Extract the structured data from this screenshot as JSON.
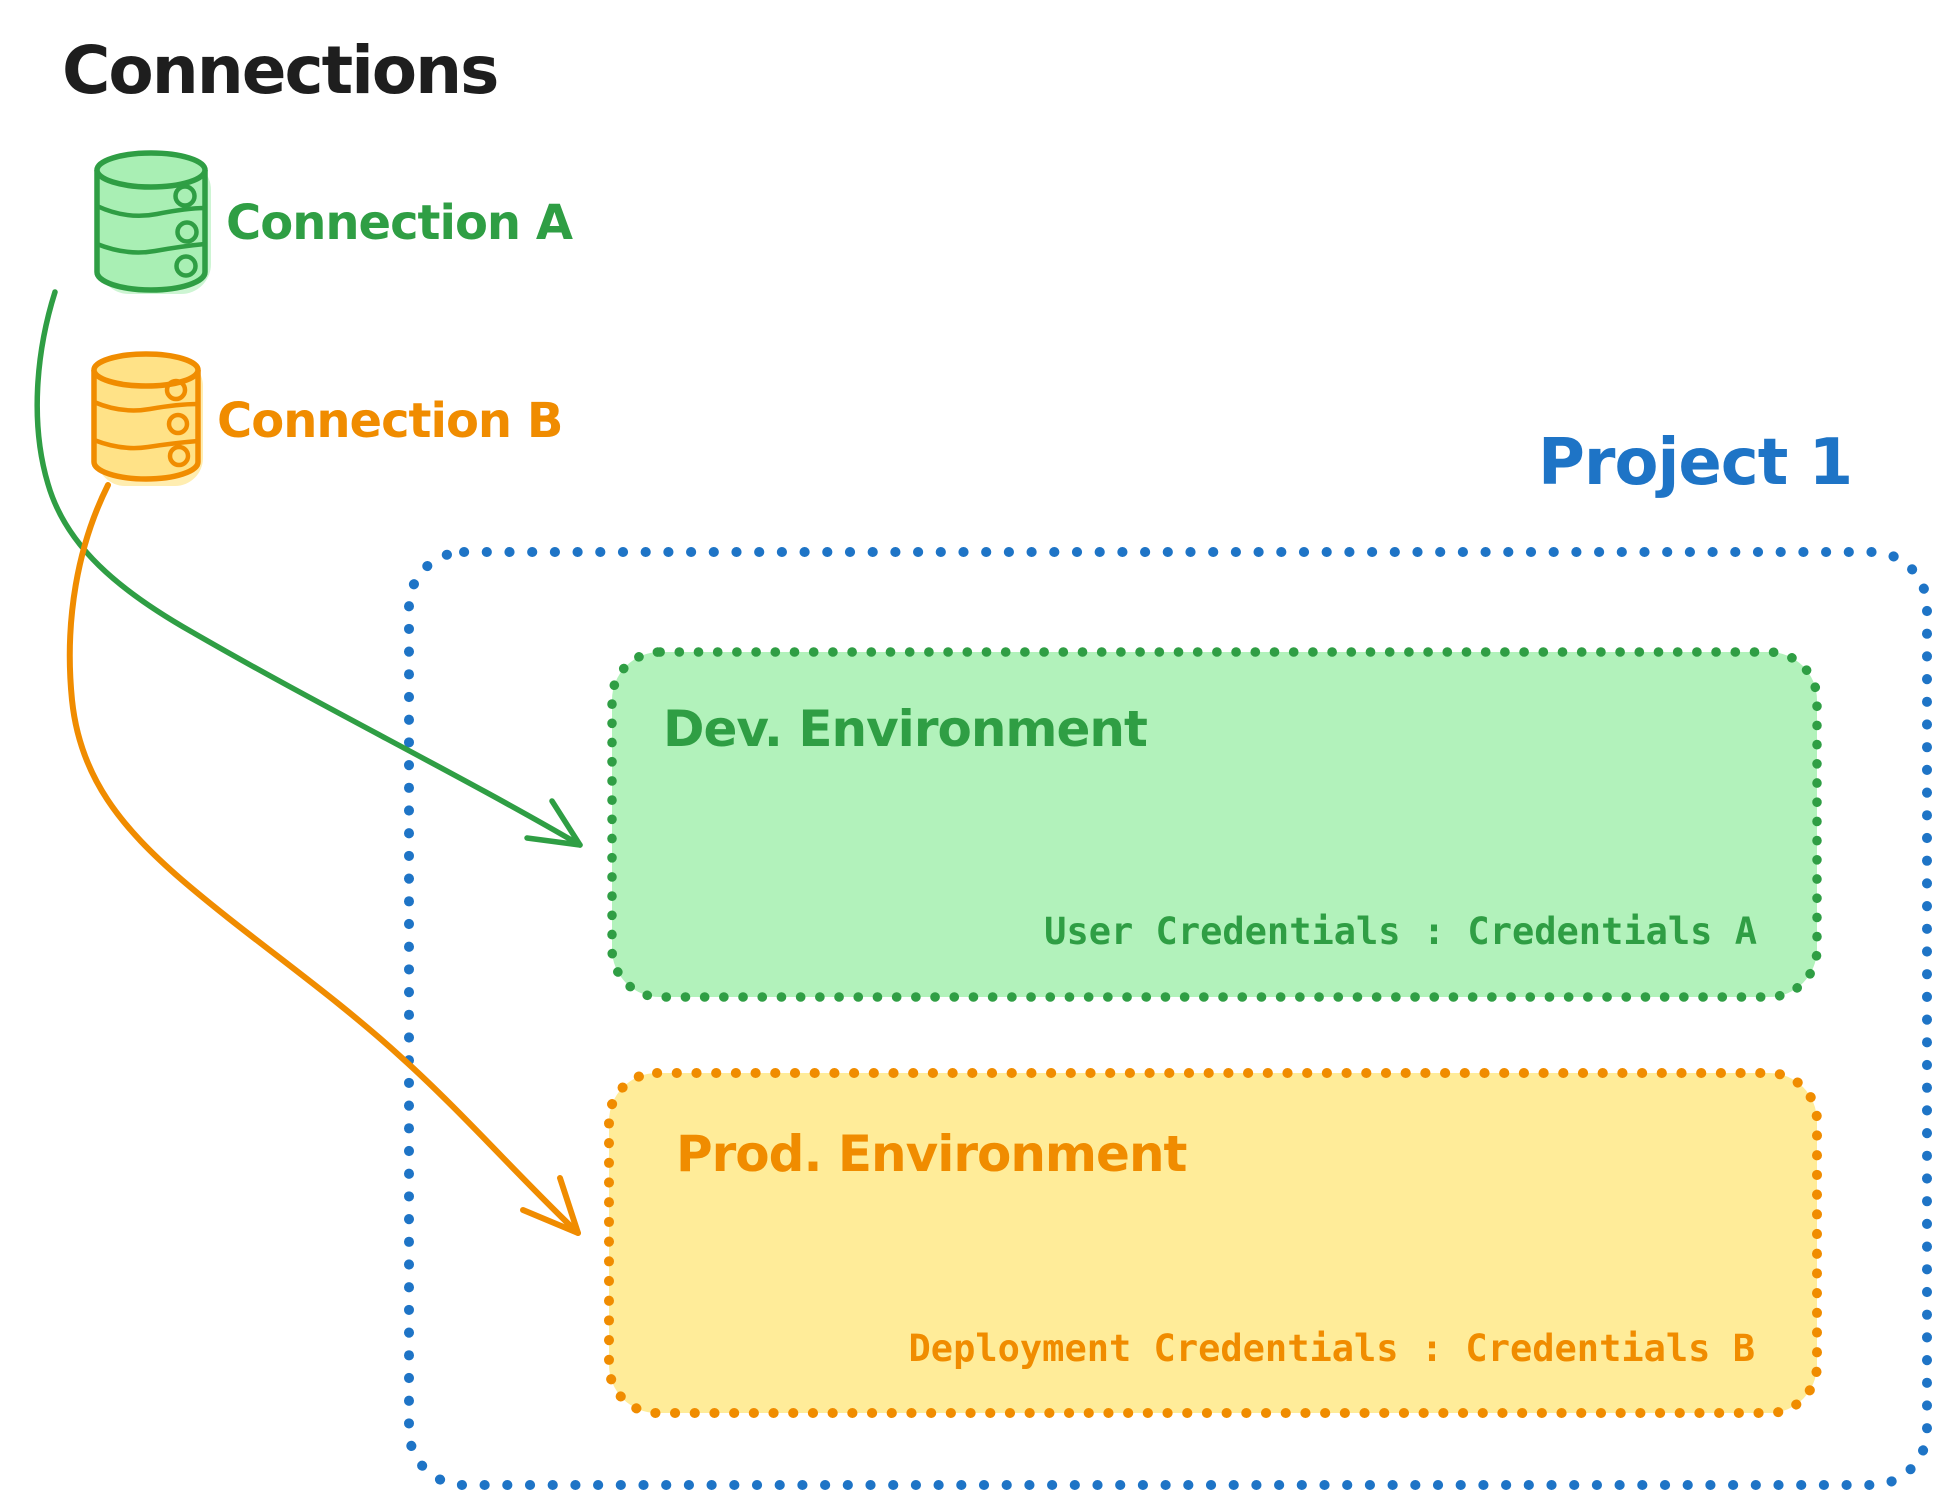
{
  "title": "Connections",
  "connections": [
    {
      "label": "Connection A",
      "icon": "database-icon",
      "color": "#2f9e44",
      "fill": "#a9efb4"
    },
    {
      "label": "Connection B",
      "icon": "database-icon",
      "color": "#f08c00",
      "fill": "#ffe287"
    }
  ],
  "project": {
    "title": "Project 1",
    "color": "#1e74c6",
    "environments": [
      {
        "title": "Dev. Environment",
        "credentials": "User Credentials : Credentials A",
        "stroke": "#2f9e44",
        "fill": "#b2f2bb"
      },
      {
        "title": "Prod. Environment",
        "credentials": "Deployment Credentials : Credentials B",
        "stroke": "#f08c00",
        "fill": "#ffec99"
      }
    ]
  },
  "arrows": [
    {
      "from": "Connection A",
      "to": "Dev. Environment",
      "color": "#2f9e44"
    },
    {
      "from": "Connection B",
      "to": "Prod. Environment",
      "color": "#f08c00"
    }
  ]
}
